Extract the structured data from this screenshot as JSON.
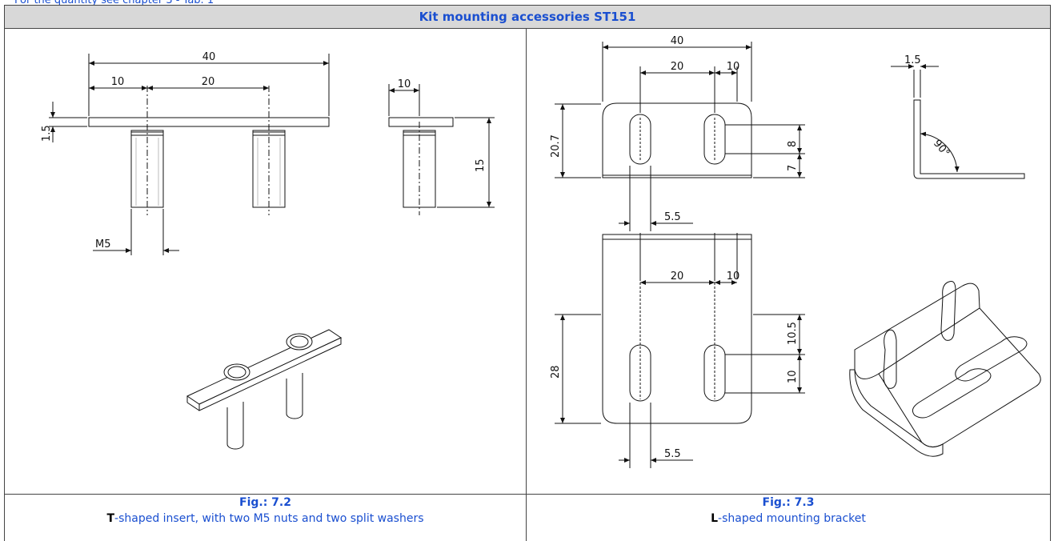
{
  "top_note": "For the quantity see chapter 3 - Tab. 1",
  "header": {
    "title": "Kit mounting accessories  ST151"
  },
  "left_panel": {
    "figure": "Fig.: 7.2",
    "desc_strong": "T",
    "desc_rest": "-shaped insert, with two M5 nuts and two split washers",
    "dims": {
      "overall": "40",
      "left": "10",
      "mid": "20",
      "side_top": "10",
      "thickness": "1.5",
      "height": "15",
      "thread": "M5"
    }
  },
  "right_panel": {
    "figure": "Fig.: 7.3",
    "desc_strong": "L",
    "desc_rest": "-shaped mounting bracket",
    "dims": {
      "top_width": "40",
      "top_mid": "20",
      "top_right": "10",
      "thick": "1.5",
      "height_a": "20.7",
      "slot_h": "8",
      "slot_off": "7",
      "slot_w": "5.5",
      "angle": "90°",
      "bot_mid": "20",
      "bot_right": "10",
      "height_b": "28",
      "b_off1": "10.5",
      "b_off2": "10",
      "bot_slot_w": "5.5"
    }
  }
}
